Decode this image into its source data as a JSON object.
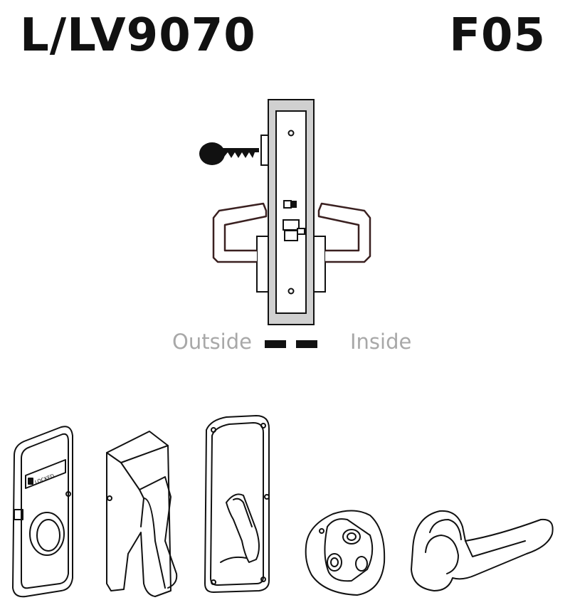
{
  "header": {
    "model": "L/LV9070",
    "function_code": "F05"
  },
  "diagram": {
    "outside_label": "Outside",
    "inside_label": "Inside",
    "lock_label": "LOCKED"
  },
  "colors": {
    "ink": "#111111",
    "case_gray": "#d0d0d0",
    "label_gray": "#a8a8a8",
    "lever_stroke": "#3a2020"
  }
}
